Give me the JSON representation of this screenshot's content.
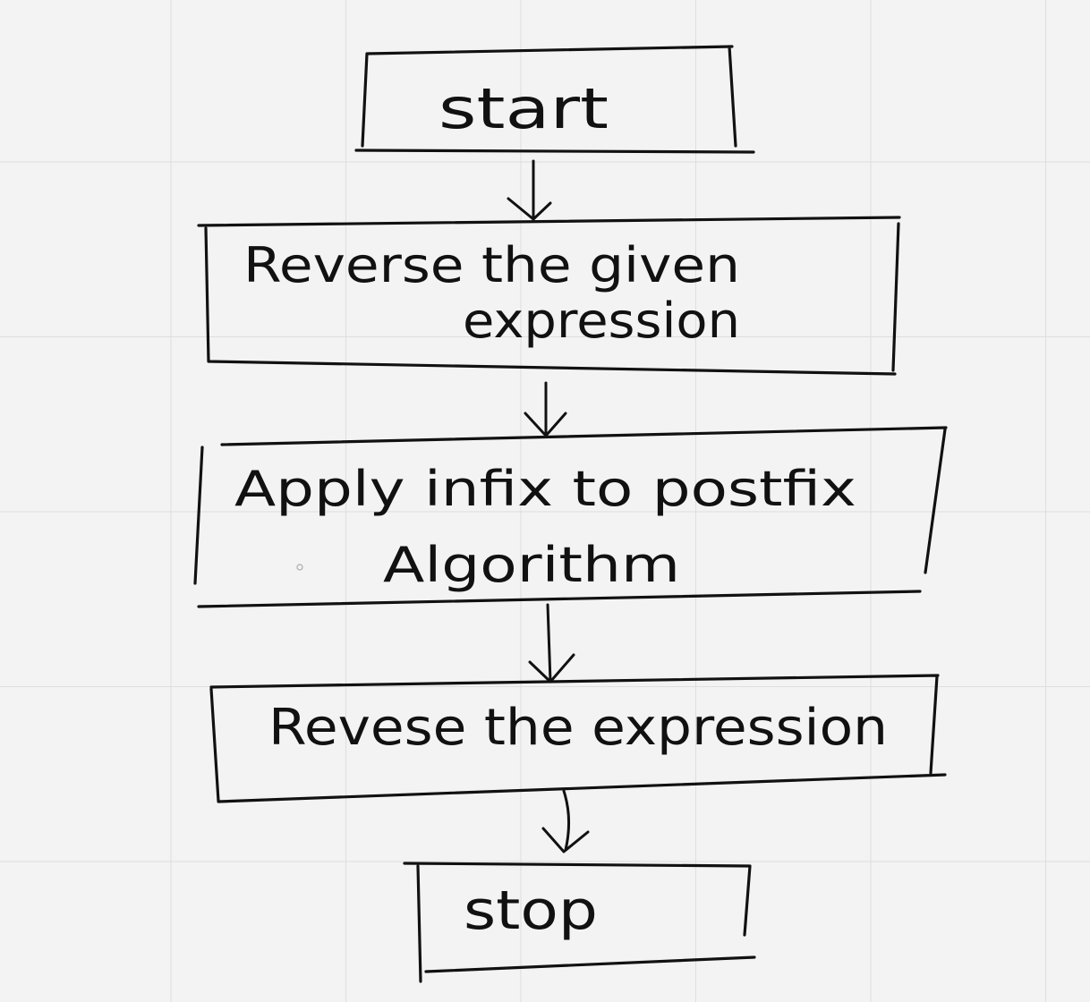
{
  "flowchart": {
    "steps": [
      {
        "id": "start",
        "lines": [
          "start"
        ]
      },
      {
        "id": "reverse-given",
        "lines": [
          "Reverse the given",
          "expression"
        ]
      },
      {
        "id": "apply-algorithm",
        "lines": [
          "Apply  infix to postfix",
          "Algorithm"
        ]
      },
      {
        "id": "reverse-expression",
        "lines": [
          "Revese the expression"
        ]
      },
      {
        "id": "stop",
        "lines": [
          "stop"
        ]
      }
    ]
  },
  "colors": {
    "background": "#f3f3f3",
    "grid": "#dedede",
    "ink": "#111111"
  }
}
